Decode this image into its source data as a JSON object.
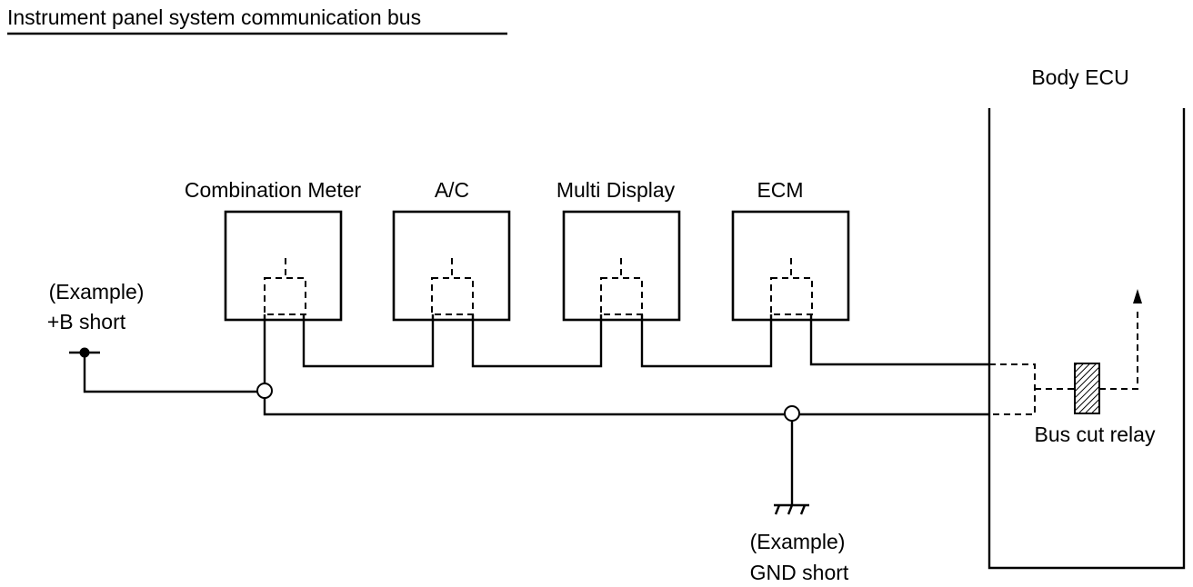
{
  "title": "Instrument panel system communication bus",
  "ecus": [
    {
      "name": "Combination Meter"
    },
    {
      "name": "A/C"
    },
    {
      "name": "Multi Display"
    },
    {
      "name": "ECM"
    }
  ],
  "body_ecu": {
    "name": "Body ECU"
  },
  "relay_label": "Bus cut relay",
  "b_short": {
    "line1": "(Example)",
    "line2": "+B short"
  },
  "gnd_short": {
    "line1": "(Example)",
    "line2": "GND short"
  }
}
